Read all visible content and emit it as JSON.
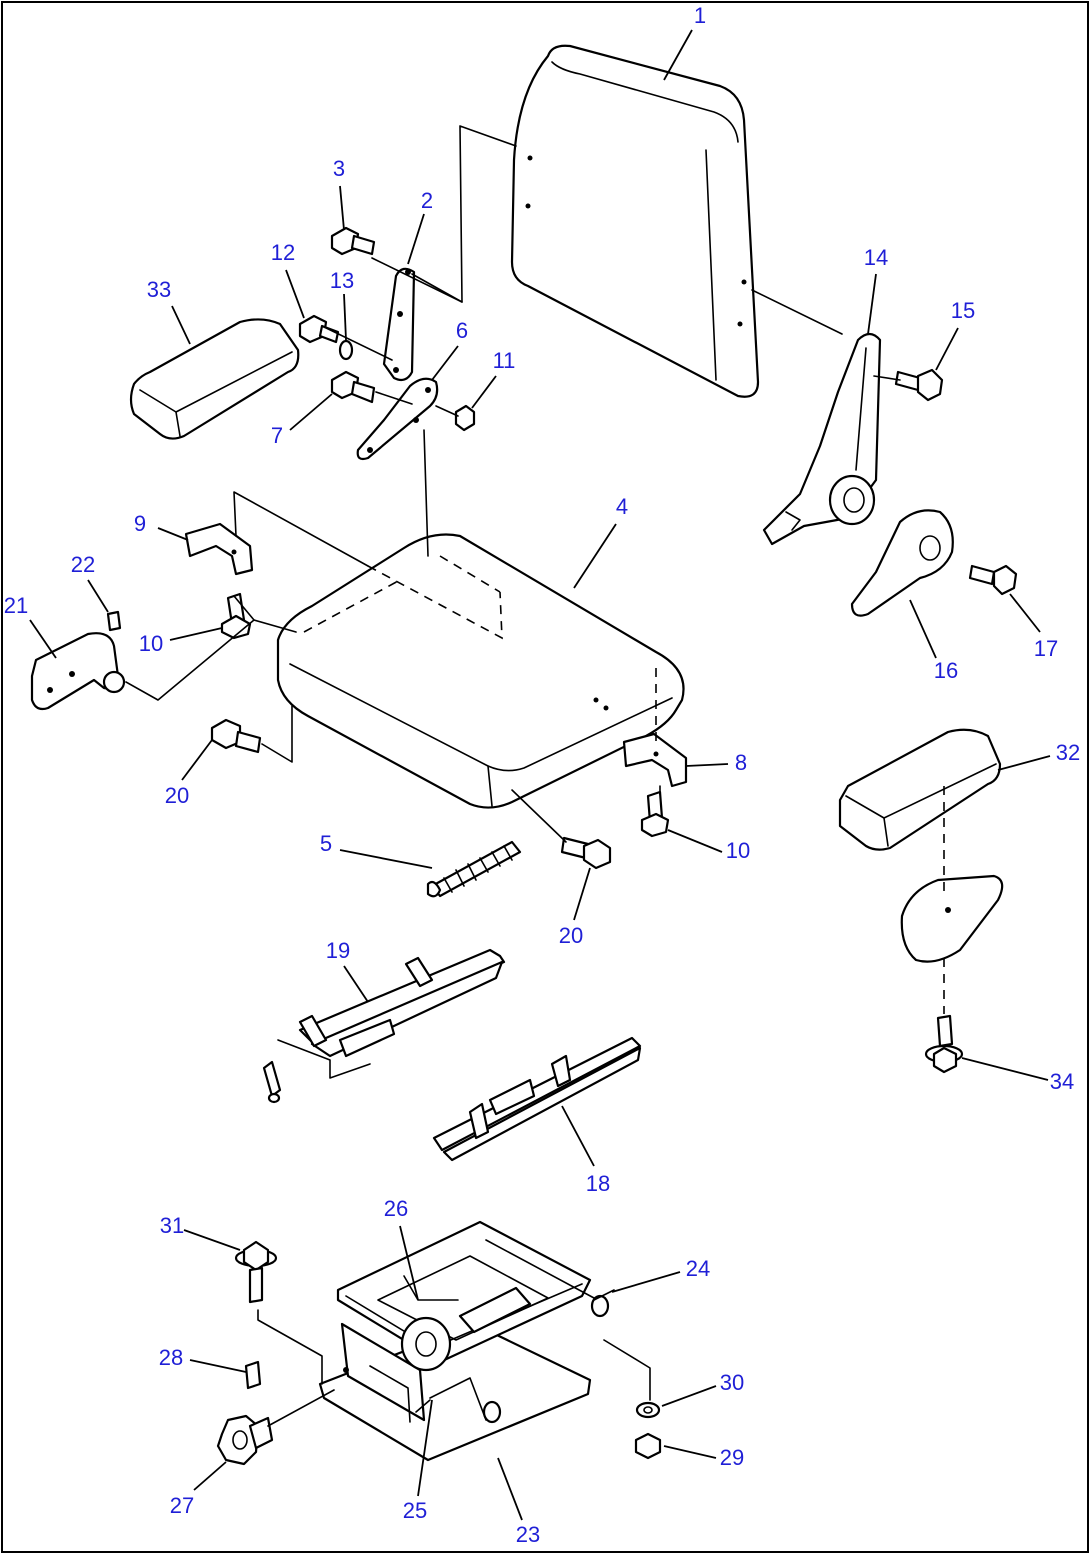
{
  "labels": [
    "1",
    "2",
    "3",
    "4",
    "5",
    "6",
    "7",
    "8",
    "9",
    "10",
    "10",
    "11",
    "12",
    "13",
    "14",
    "15",
    "16",
    "17",
    "18",
    "19",
    "20",
    "20",
    "21",
    "22",
    "23",
    "24",
    "25",
    "26",
    "27",
    "28",
    "29",
    "30",
    "31",
    "32",
    "33",
    "34"
  ],
  "colors": {
    "line": "#000000",
    "label": "#1f1fd6",
    "background": "#ffffff"
  }
}
